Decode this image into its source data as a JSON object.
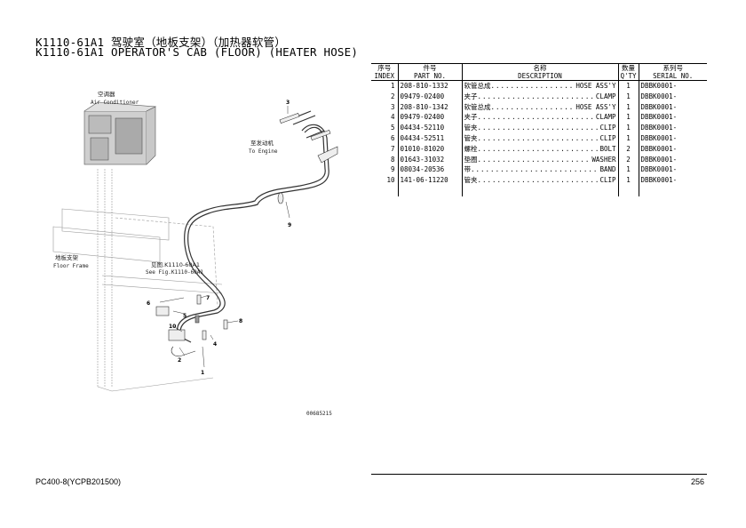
{
  "header": {
    "title_cn": "K1110-61A1 驾驶室（地板支架）（加热器软管）",
    "title_en": "K1110-61A1 OPERATOR'S CAB (FLOOR) (HEATER HOSE)"
  },
  "diagram": {
    "air_conditioner_cn": "空调器",
    "air_conditioner_en": "Air Conditioner",
    "to_engine_cn": "至发动机",
    "to_engine_en": "To Engine",
    "floor_frame_cn": "地板支架",
    "floor_frame_en": "Floor Frame",
    "see_fig_cn": "见图.K1110-60A1",
    "see_fig_en": "See Fig.K1110-60A1",
    "drawing_no": "00685215",
    "callouts": [
      "1",
      "2",
      "3",
      "4",
      "5",
      "6",
      "7",
      "8",
      "9",
      "10"
    ]
  },
  "table": {
    "headers": {
      "index_cn": "序号",
      "index_en": "INDEX",
      "part_cn": "件号",
      "part_en": "PART NO.",
      "desc_cn": "名称",
      "desc_en": "DESCRIPTION",
      "qty_cn": "数量",
      "qty_en": "Q'TY",
      "serial_cn": "系列号",
      "serial_en": "SERIAL NO."
    },
    "rows": [
      {
        "index": "1",
        "part": "208-810-1332",
        "desc_cn": "软管总成",
        "desc_en": "HOSE ASS'Y",
        "qty": "1",
        "serial": "DBBK0001-"
      },
      {
        "index": "2",
        "part": "09479-02400",
        "desc_cn": "夹子",
        "desc_en": "CLAMP",
        "qty": "1",
        "serial": "DBBK0001-"
      },
      {
        "index": "3",
        "part": "208-810-1342",
        "desc_cn": "软管总成",
        "desc_en": "HOSE ASS'Y",
        "qty": "1",
        "serial": "DBBK0001-"
      },
      {
        "index": "4",
        "part": "09479-02400",
        "desc_cn": "夹子",
        "desc_en": "CLAMP",
        "qty": "1",
        "serial": "DBBK0001-"
      },
      {
        "index": "5",
        "part": "04434-52110",
        "desc_cn": "管夹",
        "desc_en": "CLIP",
        "qty": "1",
        "serial": "DBBK0001-"
      },
      {
        "index": "6",
        "part": "04434-52511",
        "desc_cn": "管夹",
        "desc_en": "CLIP",
        "qty": "1",
        "serial": "DBBK0001-"
      },
      {
        "index": "7",
        "part": "01010-81020",
        "desc_cn": "螺栓",
        "desc_en": "BOLT",
        "qty": "2",
        "serial": "DBBK0001-"
      },
      {
        "index": "8",
        "part": "01643-31032",
        "desc_cn": "垫圈",
        "desc_en": "WASHER",
        "qty": "2",
        "serial": "DBBK0001-"
      },
      {
        "index": "9",
        "part": "08034-20536",
        "desc_cn": "带",
        "desc_en": "BAND",
        "qty": "1",
        "serial": "DBBK0001-"
      },
      {
        "index": "10",
        "part": "141-06-11220",
        "desc_cn": "管夹",
        "desc_en": "CLIP",
        "qty": "1",
        "serial": "DBBK0001-"
      }
    ]
  },
  "footer": {
    "model": "PC400-8(YCPB201500)",
    "page": "256"
  }
}
